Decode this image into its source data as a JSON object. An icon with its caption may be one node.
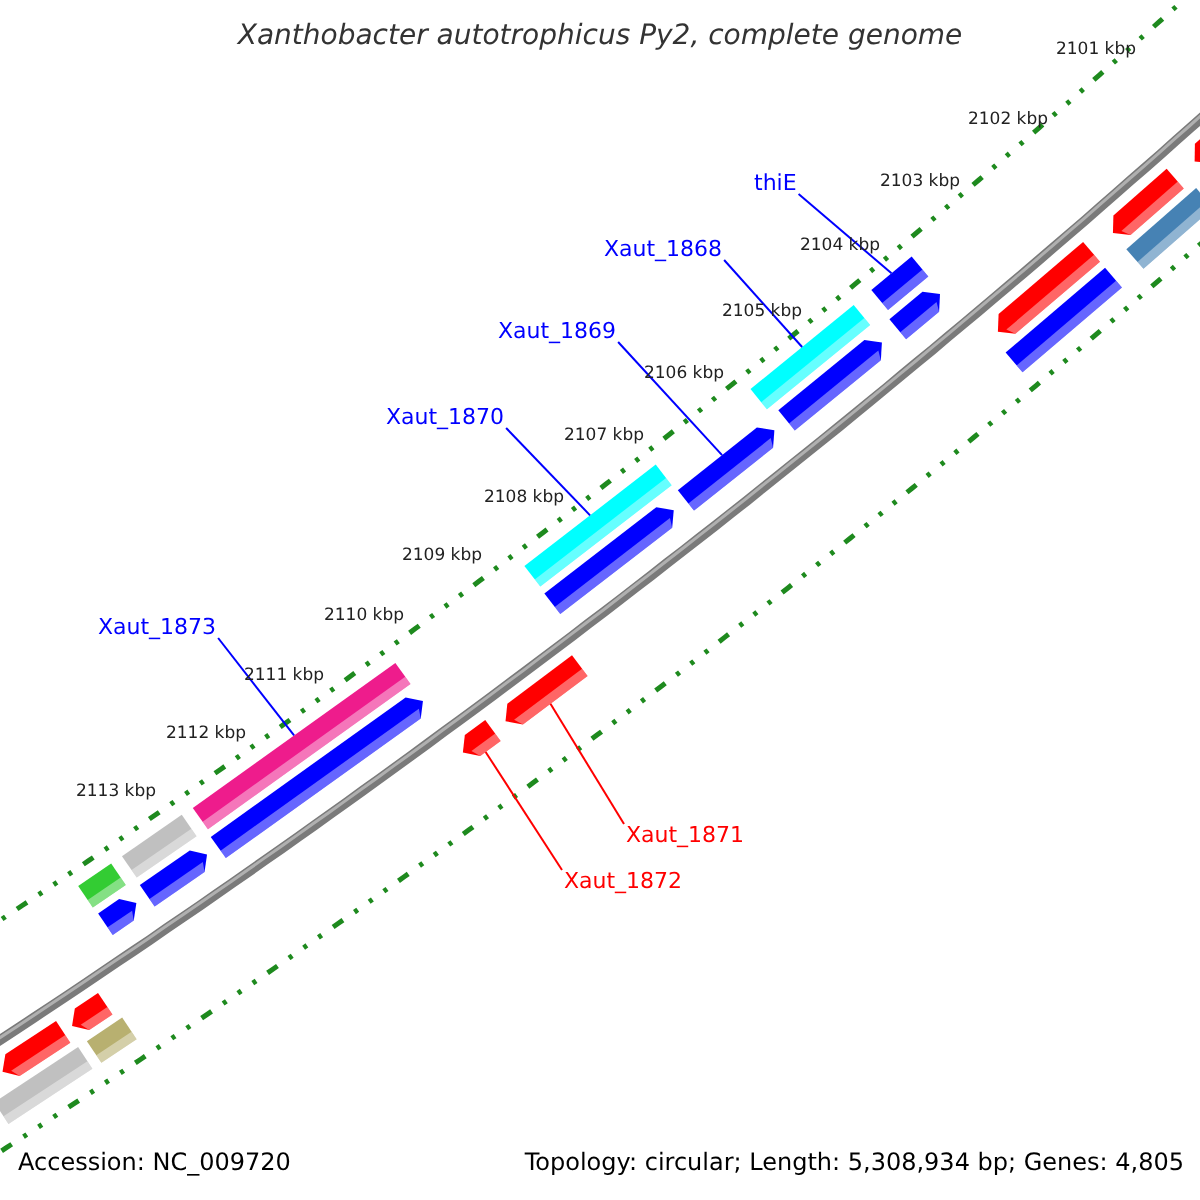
{
  "diagram": {
    "title": "Xanthobacter autotrophicus Py2, complete genome",
    "nodes": [
      {
        "text": [
          "thiE"
        ]
      },
      {
        "text": [
          "Xaut_1868"
        ]
      },
      {
        "text": [
          "Xaut_1869"
        ]
      },
      {
        "text": [
          "Xaut_1870"
        ]
      },
      {
        "text": [
          "Xaut_1873"
        ]
      },
      {
        "text": [
          "Xaut_1871"
        ]
      },
      {
        "text": [
          "Xaut_1872"
        ]
      },
      {
        "text": [],
        "shape": "arrow"
      },
      {
        "text": [],
        "shape": "bar"
      },
      {
        "text": [],
        "shape": "arrow"
      },
      {
        "text": [],
        "shape": "bar"
      },
      {
        "text": [],
        "shape": "bar"
      },
      {
        "text": [],
        "shape": "arrow"
      },
      {
        "text": [],
        "shape": "bar"
      },
      {
        "text": [],
        "shape": "arrow"
      },
      {
        "text": [],
        "shape": "bar"
      },
      {
        "text": [],
        "shape": "arrow"
      },
      {
        "text": [],
        "shape": "arrow"
      },
      {
        "text": [],
        "shape": "arrow"
      },
      {
        "text": [],
        "shape": "bar"
      },
      {
        "text": [],
        "shape": "arrow"
      },
      {
        "text": [],
        "shape": "arrow"
      },
      {
        "text": [],
        "shape": "bar"
      },
      {
        "text": [],
        "shape": "arrow"
      },
      {
        "text": [],
        "shape": "bar"
      },
      {
        "text": [],
        "shape": "arrow"
      },
      {
        "text": [],
        "shape": "arrow"
      },
      {
        "text": [],
        "shape": "bar"
      },
      {
        "text": [],
        "shape": "arrow"
      },
      {
        "text": [],
        "shape": "bar"
      },
      {
        "text": [],
        "shape": "arrow"
      }
    ],
    "edges": [
      {
        "from": 0,
        "to": 24,
        "arrow": "none"
      },
      {
        "from": 1,
        "to": 22,
        "arrow": "none"
      },
      {
        "from": 2,
        "to": 21,
        "arrow": "none"
      },
      {
        "from": 3,
        "to": 19,
        "arrow": "none"
      },
      {
        "from": 4,
        "to": 15,
        "arrow": "none"
      },
      {
        "from": 5,
        "to": 18,
        "arrow": "none",
        "color": "#ff0000"
      },
      {
        "from": 6,
        "to": 17,
        "arrow": "none",
        "color": "#ff0000"
      }
    ],
    "labels": [
      "2101 kbp",
      "2102 kbp",
      "2103 kbp",
      "2104 kbp",
      "2105 kbp",
      "2106 kbp",
      "2107 kbp",
      "2108 kbp",
      "2109 kbp",
      "2110 kbp",
      "2111 kbp",
      "2112 kbp",
      "2113 kbp",
      "Accession: NC_009720",
      "Topology: circular; Length: 5,308,934 bp; Genes: 4,805"
    ]
  }
}
